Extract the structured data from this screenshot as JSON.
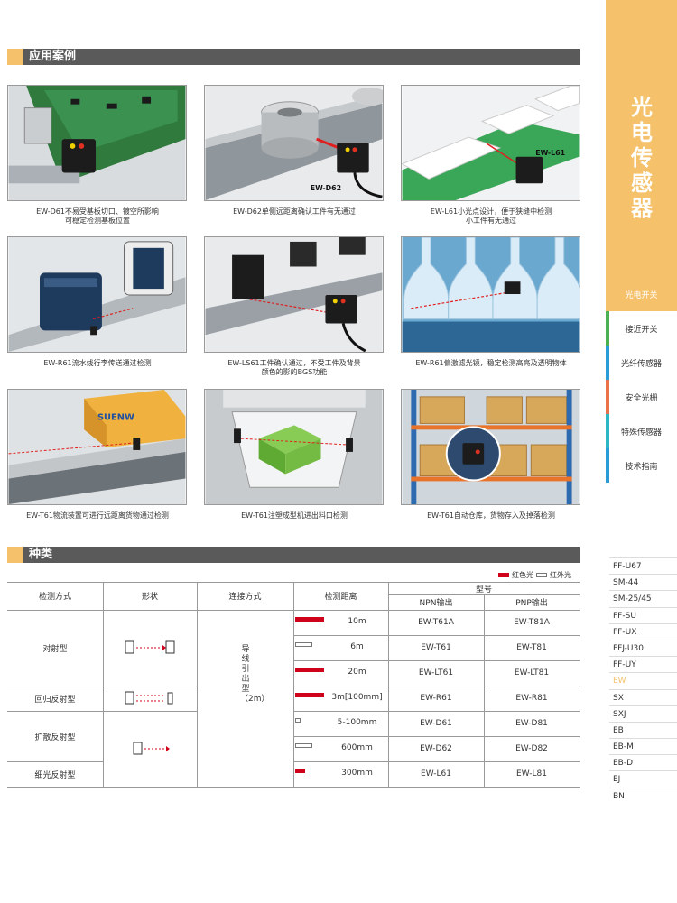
{
  "rail": {
    "title": "光电传感器",
    "categories": [
      {
        "label": "光电开关",
        "active": true
      },
      {
        "label": "接近开关",
        "color": "#4caf50"
      },
      {
        "label": "光纤传感器",
        "color": "#2b9bd6"
      },
      {
        "label": "安全光栅",
        "color": "#e8734a"
      },
      {
        "label": "特殊传感器",
        "color": "#2bb7c8"
      },
      {
        "label": "技术指南",
        "color": "#2b9bd6"
      }
    ],
    "series": [
      "FF-U67",
      "SM-44",
      "SM-25/45",
      "FF-SU",
      "FF-UX",
      "FFJ-U30",
      "FF-UY",
      "EW",
      "SX",
      "SXJ",
      "EB",
      "EB-M",
      "EB-D",
      "EJ",
      "BN"
    ],
    "series_active": "EW"
  },
  "sections": {
    "applications": "应用案例",
    "types": "种类"
  },
  "applications": [
    {
      "caption": "EW-D61不易受基板切口、镀空所影响\n可稳定检测基板位置"
    },
    {
      "caption": "EW-D62单侧远距离确认工件有无通过",
      "label": "EW-D62"
    },
    {
      "caption": "EW-L61小光点设计，便于狭缝中检测\n小工件有无通过",
      "label": "EW-L61"
    },
    {
      "caption": "EW-R61流水线行李传送通过检测"
    },
    {
      "caption": "EW-LS61工件确认通过，不受工件及背景\n颜色的影的BGS功能"
    },
    {
      "caption": "EW-R61偏激滤光镜，稳定检测高亮及透明物体"
    },
    {
      "caption": "EW-T61物流装置可进行远距离货物通过检测",
      "label": "SUENW"
    },
    {
      "caption": "EW-T61注塑成型机进出料口检测"
    },
    {
      "caption": "EW-T61自动仓库，货物存入及掉落检测"
    }
  ],
  "legend": {
    "red": "红色光",
    "ir": "红外光"
  },
  "table": {
    "headers": {
      "method": "检测方式",
      "shape": "形状",
      "connection": "连接方式",
      "distance": "检测距离",
      "model": "型号",
      "npn": "NPN输出",
      "pnp": "PNP输出"
    },
    "connection_text": "导线引出型（2m）",
    "groups": [
      "对射型",
      "回归反射型",
      "扩散反射型",
      "细光反射型"
    ],
    "rows": [
      {
        "distance": "10m",
        "light": "red",
        "fill": 1.0,
        "npn": "EW-T61A",
        "pnp": "EW-T81A"
      },
      {
        "distance": "6m",
        "light": "ir",
        "fill": 0.6,
        "npn": "EW-T61",
        "pnp": "EW-T81"
      },
      {
        "distance": "20m",
        "light": "red",
        "fill": 1.0,
        "npn": "EW-LT61",
        "pnp": "EW-LT81"
      },
      {
        "distance": "3m[100mm]",
        "light": "red",
        "fill": 1.0,
        "npn": "EW-R61",
        "pnp": "EW-R81"
      },
      {
        "distance": "5-100mm",
        "light": "ir",
        "fill": 0.1,
        "npn": "EW-D61",
        "pnp": "EW-D81"
      },
      {
        "distance": "600mm",
        "light": "ir",
        "fill": 0.6,
        "npn": "EW-D62",
        "pnp": "EW-D82"
      },
      {
        "distance": "300mm",
        "light": "red",
        "fill": 0.35,
        "npn": "EW-L61",
        "pnp": "EW-L81"
      }
    ]
  },
  "colors": {
    "accent": "#f5c26b",
    "header_bar": "#5a5a5a",
    "red_light": "#d0021b"
  }
}
